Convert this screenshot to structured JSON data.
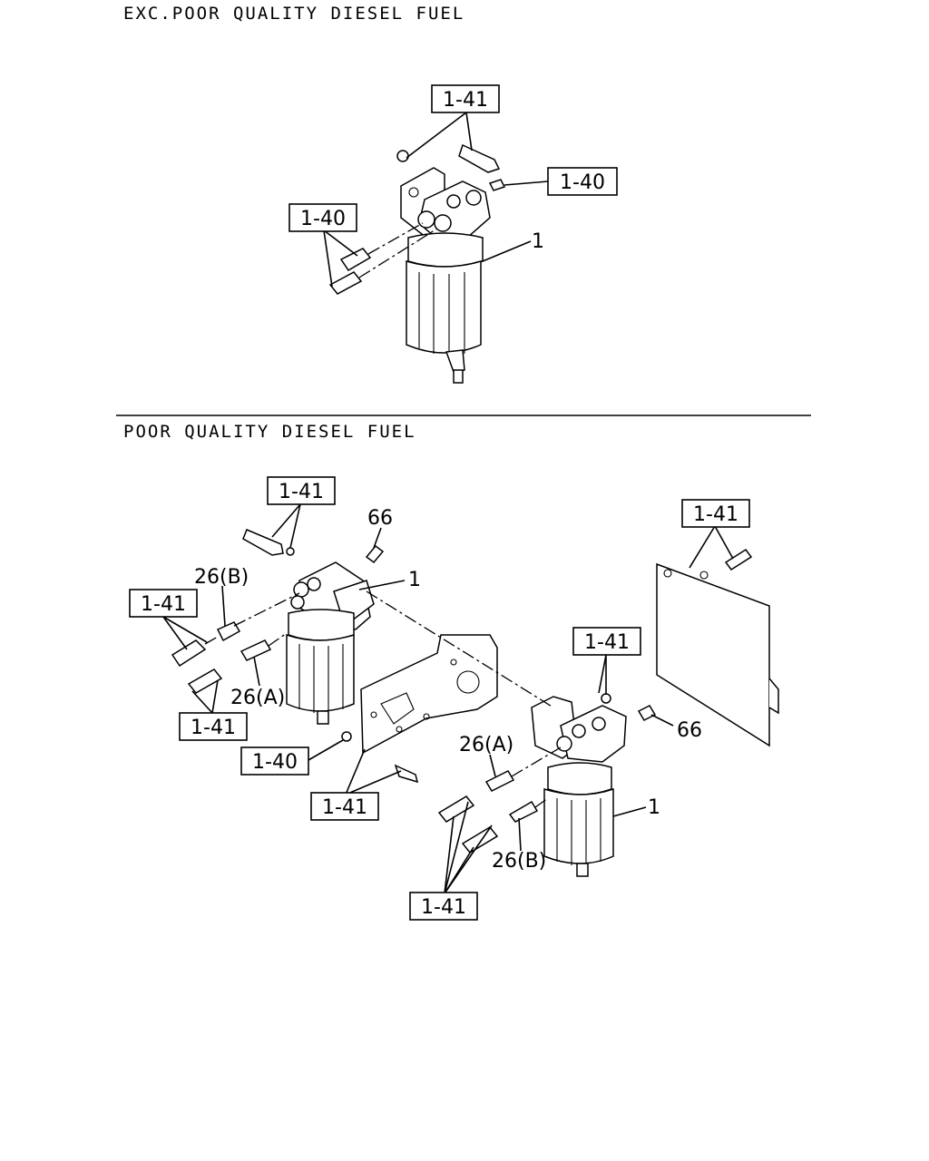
{
  "sections": {
    "top_title": "EXC.POOR QUALITY DIESEL FUEL",
    "bottom_title": "POOR QUALITY DIESEL FUEL"
  },
  "top_diagram": {
    "ref_1_41": "1-41",
    "ref_1_40_right": "1-40",
    "ref_1_40_left": "1-40",
    "part_1": "1"
  },
  "bottom_diagram": {
    "ref_1_41_top": "1-41",
    "part_66_left": "66",
    "part_26b_left": "26(B)",
    "part_1_left": "1",
    "ref_1_41_left": "1-41",
    "part_26a_left": "26(A)",
    "ref_1_41_left_lower": "1-41",
    "ref_1_41_far_right": "1-41",
    "ref_1_41_right_mid": "1-41",
    "part_66_right": "66",
    "part_26a_right": "26(A)",
    "ref_1_40": "1-40",
    "ref_1_41_bracket": "1-41",
    "part_1_right": "1",
    "part_26b_right": "26(B)",
    "ref_1_41_bottom": "1-41"
  }
}
